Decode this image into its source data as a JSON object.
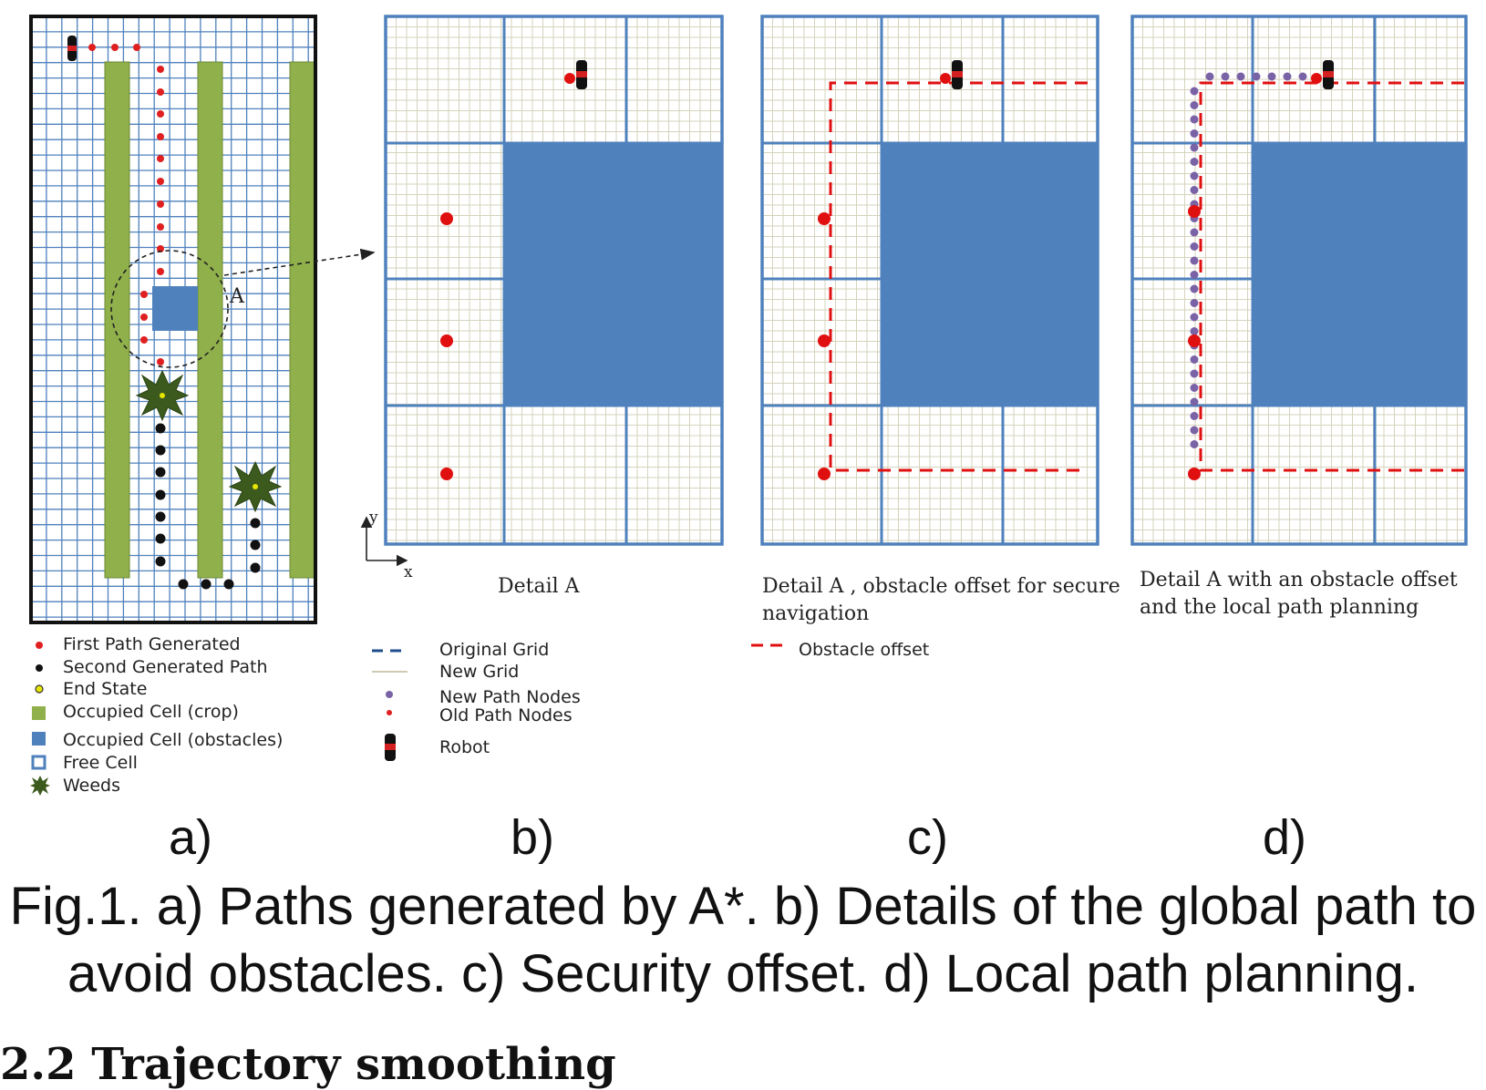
{
  "panels": {
    "b_title": "Detail A",
    "c_title_line1": "Detail A , obstacle offset for secure",
    "c_title_line2": "navigation",
    "d_title_line1": "Detail A with an obstacle offset",
    "d_title_line2": "and the local path planning"
  },
  "annotations": {
    "zoom_label": "A",
    "axis_y": "y",
    "axis_x": "x"
  },
  "legend_a": [
    {
      "label": "First Path Generated",
      "icon": "red-dot-icon",
      "color": "#e02020"
    },
    {
      "label": "Second Generated Path",
      "icon": "black-dot-icon",
      "color": "#111111"
    },
    {
      "label": "End State",
      "icon": "yellow-ring-icon",
      "color": "#e6e600"
    },
    {
      "label": "Occupied  Cell (crop)",
      "icon": "green-square-icon",
      "color": "#8fb04a"
    },
    {
      "label": "Occupied  Cell (obstacles)",
      "icon": "blue-square-icon",
      "color": "#4f81bd"
    },
    {
      "label": "Free Cell",
      "icon": "hollow-square-icon",
      "color": "#4f81bd"
    },
    {
      "label": "Weeds",
      "icon": "weed-icon",
      "color": "#3c5a1e"
    }
  ],
  "legend_b": [
    {
      "label": "Original Grid",
      "icon": "dashed-blue-line-icon"
    },
    {
      "label": "New Grid",
      "icon": "thin-line-icon"
    },
    {
      "label": "New Path Nodes",
      "icon": "purple-dot-icon"
    },
    {
      "label": "Old Path Nodes",
      "icon": "red-dot-icon"
    },
    {
      "label": "Robot",
      "icon": "robot-icon"
    }
  ],
  "legend_c": [
    {
      "label": "Obstacle offset",
      "icon": "dashed-red-line-icon"
    }
  ],
  "subfigure_letters": [
    "a)",
    "b)",
    "c)",
    "d)"
  ],
  "caption": {
    "line1": "Fig.1. a) Paths generated by A*. b) Details of the global path to",
    "line2": "avoid obstacles. c) Security offset. d) Local path planning."
  },
  "section_heading": "2.2 Trajectory smoothing",
  "colors": {
    "grid_major": "#4f81bd",
    "grid_minor": "#d6d3bd",
    "obstacle": "#4f81bd",
    "crop": "#8fb04a",
    "first_path": "#e02020",
    "second_path": "#111111",
    "offset": "#e02020",
    "new_nodes": "#7a62a6"
  }
}
